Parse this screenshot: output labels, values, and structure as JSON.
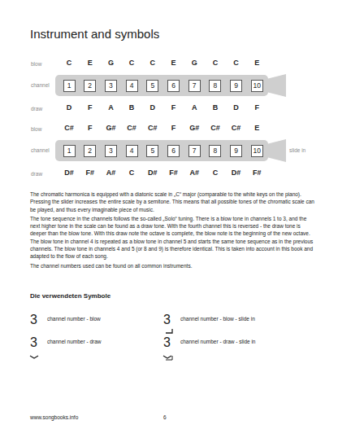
{
  "diagram": {
    "title": "Instrument and symbols",
    "nodes": [
      {
        "text": [
          "1"
        ]
      },
      {
        "text": [
          "2"
        ]
      },
      {
        "text": [
          "3"
        ]
      },
      {
        "text": [
          "4"
        ]
      },
      {
        "text": [
          "5"
        ]
      },
      {
        "text": [
          "6"
        ]
      },
      {
        "text": [
          "7"
        ]
      },
      {
        "text": [
          "8"
        ]
      },
      {
        "text": [
          "9"
        ]
      },
      {
        "text": [
          "10"
        ]
      },
      {
        "text": [
          "1"
        ]
      },
      {
        "text": [
          "2"
        ]
      },
      {
        "text": [
          "3"
        ]
      },
      {
        "text": [
          "4"
        ]
      },
      {
        "text": [
          "5"
        ]
      },
      {
        "text": [
          "6"
        ]
      },
      {
        "text": [
          "7"
        ]
      },
      {
        "text": [
          "8"
        ]
      },
      {
        "text": [
          "9"
        ]
      },
      {
        "text": [
          "10"
        ]
      }
    ],
    "labels": [
      "blow",
      "channel",
      "draw",
      "C",
      "E",
      "G",
      "C",
      "C",
      "E",
      "G",
      "C",
      "C",
      "E",
      "D",
      "F",
      "A",
      "B",
      "D",
      "F",
      "A",
      "B",
      "D",
      "F",
      "blow",
      "channel",
      "draw",
      "C#",
      "F",
      "G#",
      "C#",
      "C#",
      "F",
      "G#",
      "C#",
      "C#",
      "E",
      "D#",
      "F#",
      "A#",
      "C",
      "D#",
      "F#",
      "A#",
      "C",
      "D#",
      "F#",
      "slide in",
      "The chromatic harmonica is equipped with a diatonic scale in „C“ major (comparable to the white keys on the piano). Pressing the slider increases the entire scale by a semitone. This means that all possible tones of the chromatic scale can be played, and thus every imaginable piece of music.",
      "The tone sequence in the channels follows the so-called „Solo“ tuning. There is a blow tone in channels 1 to 3, and the next higher tone in the scale can be found as a draw tone. With the fourth channel this is reversed - the draw tone is deeper than the blow tone. With this draw note the octave is complete, the blow note is the beginning of the new octave. The blow tone in channel 4 is repeated as a blow tone in channel 5 and starts the same tone sequence as in the previous channels. The blow tone in channels 4 and 5 (or 8 and 9) is therefore identical. This is taken into account in this book and adapted to the flow of each song.",
      "The channel numbers used can be found on all common instruments.",
      "Die verwendeten Symbole",
      "3",
      "channel number - blow",
      "3",
      "channel number - blow - slide in",
      "3",
      "channel number - draw",
      "3",
      "channel number - draw - slide in",
      "www.songbooks.info",
      "6"
    ]
  }
}
